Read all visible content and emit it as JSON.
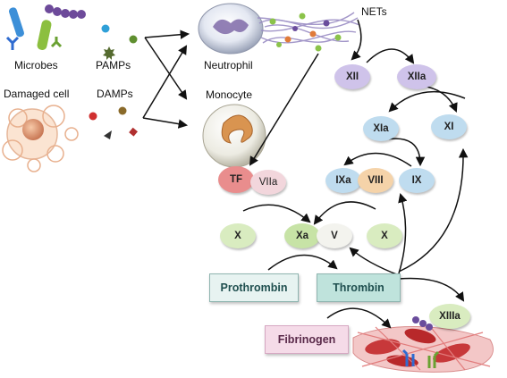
{
  "labels": {
    "microbes": "Microbes",
    "pamps": "PAMPs",
    "damaged_cell": "Damaged cell",
    "damps": "DAMPs",
    "neutrophil": "Neutrophil",
    "monocyte": "Monocyte",
    "nets": "NETs"
  },
  "factors": {
    "xii": "XII",
    "xiia": "XIIa",
    "xia": "XIa",
    "xi": "XI",
    "ixa": "IXa",
    "viii": "VIII",
    "ix": "IX",
    "tf": "TF",
    "viia": "VIIa",
    "x_left": "X",
    "xa": "Xa",
    "v": "V",
    "x_right": "X",
    "xiiia": "XIIIa"
  },
  "boxes": {
    "prothrombin": "Prothrombin",
    "thrombin": "Thrombin",
    "fibrinogen": "Fibrinogen"
  },
  "colors": {
    "purple_node": "#cfc3ea",
    "blue_node": "#bfdcef",
    "green_node": "#d9ecc0",
    "orange_node": "#f5d3a9",
    "red_node": "#f0a8a8",
    "pink_node": "#f2d6dc",
    "teal_box": "#bfe3dc",
    "pink_box": "#f5dbe8"
  }
}
